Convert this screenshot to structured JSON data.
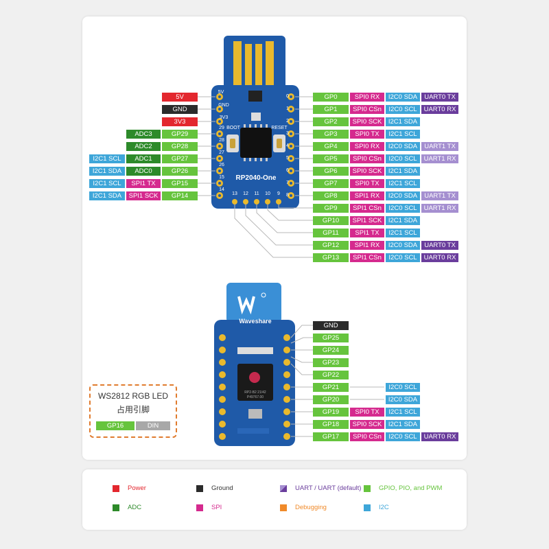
{
  "colors": {
    "power": "#e3272e",
    "ground": "#2b2b2b",
    "gpio": "#66c43d",
    "adc": "#2d8a2a",
    "spi": "#d52a8e",
    "i2c": "#3ea6d9",
    "uart_default": "#6a3d9c",
    "uart": "#a58fd0",
    "debug": "#f08a2a",
    "din": "#a8a8a8",
    "pcb_blue": "#1f5aa8",
    "usb_yellow": "#e9b92d"
  },
  "board": {
    "name": "RP2040-One",
    "boot_label": "BOOT",
    "reset_label": "RESET",
    "pin_5v": "5V",
    "pin_gnd": "GND",
    "pin_3v3": "3V3",
    "left_nums": [
      "29",
      "28",
      "27",
      "26",
      "15",
      "14"
    ],
    "right_nums": [
      "0",
      "1",
      "2",
      "3",
      "4",
      "5",
      "6",
      "7",
      "8"
    ],
    "bottom_nums": [
      "13",
      "12",
      "11",
      "10",
      "9"
    ],
    "back_logo": "Waveshare",
    "chip_text": [
      "RP2-B2  21/42",
      "P49767.00"
    ]
  },
  "top_right": [
    [
      "GP0",
      "SPI0 RX",
      "I2C0 SDA",
      "UART0 TX"
    ],
    [
      "GP1",
      "SPI0 CSn",
      "I2C0 SCL",
      "UART0 RX"
    ],
    [
      "GP2",
      "SPI0 SCK",
      "I2C1 SDA",
      ""
    ],
    [
      "GP3",
      "SPI0 TX",
      "I2C1 SCL",
      ""
    ],
    [
      "GP4",
      "SPI0 RX",
      "I2C0 SDA",
      "UART1 TX"
    ],
    [
      "GP5",
      "SPI0 CSn",
      "I2C0 SCL",
      "UART1 RX"
    ],
    [
      "GP6",
      "SPI0 SCK",
      "I2C1 SDA",
      ""
    ],
    [
      "GP7",
      "SPI0 TX",
      "I2C1 SCL",
      ""
    ],
    [
      "GP8",
      "SPI1 RX",
      "I2C0 SDA",
      "UART1 TX"
    ],
    [
      "GP9",
      "SPI1 CSn",
      "I2C0 SCL",
      "UART1 RX"
    ],
    [
      "GP10",
      "SPI1 SCK",
      "I2C1 SDA",
      ""
    ],
    [
      "GP11",
      "SPI1 TX",
      "I2C1 SCL",
      ""
    ],
    [
      "GP12",
      "SPI1 RX",
      "I2C0 SDA",
      "UART0 TX"
    ],
    [
      "GP13",
      "SPI1 CSn",
      "I2C0 SCL",
      "UART0 RX"
    ]
  ],
  "top_left_power": [
    "5V",
    "GND",
    "3V3"
  ],
  "top_left": [
    [
      "",
      "ADC3",
      "GP29"
    ],
    [
      "",
      "ADC2",
      "GP28"
    ],
    [
      "I2C1 SCL",
      "ADC1",
      "GP27"
    ],
    [
      "I2C1 SDA",
      "ADC0",
      "GP26"
    ],
    [
      "I2C1 SCL",
      "SPI1 TX",
      "GP15"
    ],
    [
      "I2C1 SDA",
      "SPI1 SCK",
      "GP14"
    ]
  ],
  "bottom_right": [
    [
      "GND",
      "",
      "",
      ""
    ],
    [
      "GP25",
      "",
      "",
      ""
    ],
    [
      "GP24",
      "",
      "",
      ""
    ],
    [
      "GP23",
      "",
      "",
      ""
    ],
    [
      "GP22",
      "",
      "",
      ""
    ],
    [
      "GP21",
      "",
      "I2C0 SCL",
      ""
    ],
    [
      "GP20",
      "",
      "I2C0 SDA",
      ""
    ],
    [
      "GP19",
      "SPI0 TX",
      "I2C1 SCL",
      ""
    ],
    [
      "GP18",
      "SPI0 SCK",
      "I2C1 SDA",
      ""
    ],
    [
      "GP17",
      "SPI0 CSn",
      "I2C0 SCL",
      "UART0 RX"
    ]
  ],
  "ws2812": {
    "title": "WS2812 RGB LED",
    "subtitle": "占用引脚",
    "gpio": "GP16",
    "din": "DIN"
  },
  "legend": [
    {
      "key": "power",
      "label": "Power"
    },
    {
      "key": "ground",
      "label": "Ground"
    },
    {
      "key": "uart",
      "label": "UART / UART (default)"
    },
    {
      "key": "gpio",
      "label": "GPIO, PIO, and PWM"
    },
    {
      "key": "adc",
      "label": "ADC"
    },
    {
      "key": "spi",
      "label": "SPI"
    },
    {
      "key": "debug",
      "label": "Debugging"
    },
    {
      "key": "i2c",
      "label": "I2C"
    }
  ]
}
